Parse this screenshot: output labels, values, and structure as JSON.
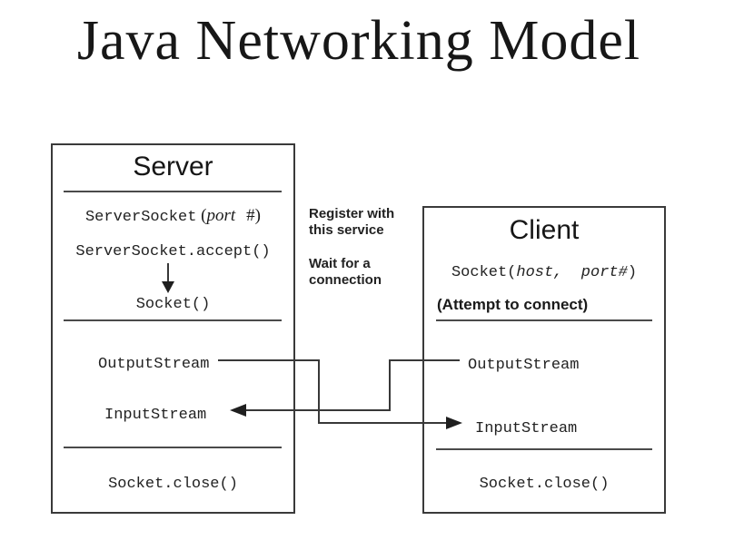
{
  "title": "Java Networking Model",
  "server": {
    "title": "Server",
    "ctor": {
      "code": "ServerSocket",
      "open": " (",
      "arg": "port",
      "tail": "#)"
    },
    "accept": "ServerSocket.accept()",
    "socket": "Socket()",
    "output": "OutputStream",
    "input": "InputStream",
    "close": "Socket.close()"
  },
  "client": {
    "title": "Client",
    "ctor": {
      "pre": "Socket(",
      "arg": "host,  port#",
      "post": ")"
    },
    "attempt": "(Attempt to connect)",
    "output": "OutputStream",
    "input": "InputStream",
    "close": "Socket.close()"
  },
  "notes": {
    "register": [
      "Register with",
      "this service"
    ],
    "wait": [
      "Wait for a",
      "connection"
    ]
  },
  "colors": {
    "ink": "#1c1c1c",
    "line": "#3a3a3a",
    "background": "#ffffff"
  }
}
